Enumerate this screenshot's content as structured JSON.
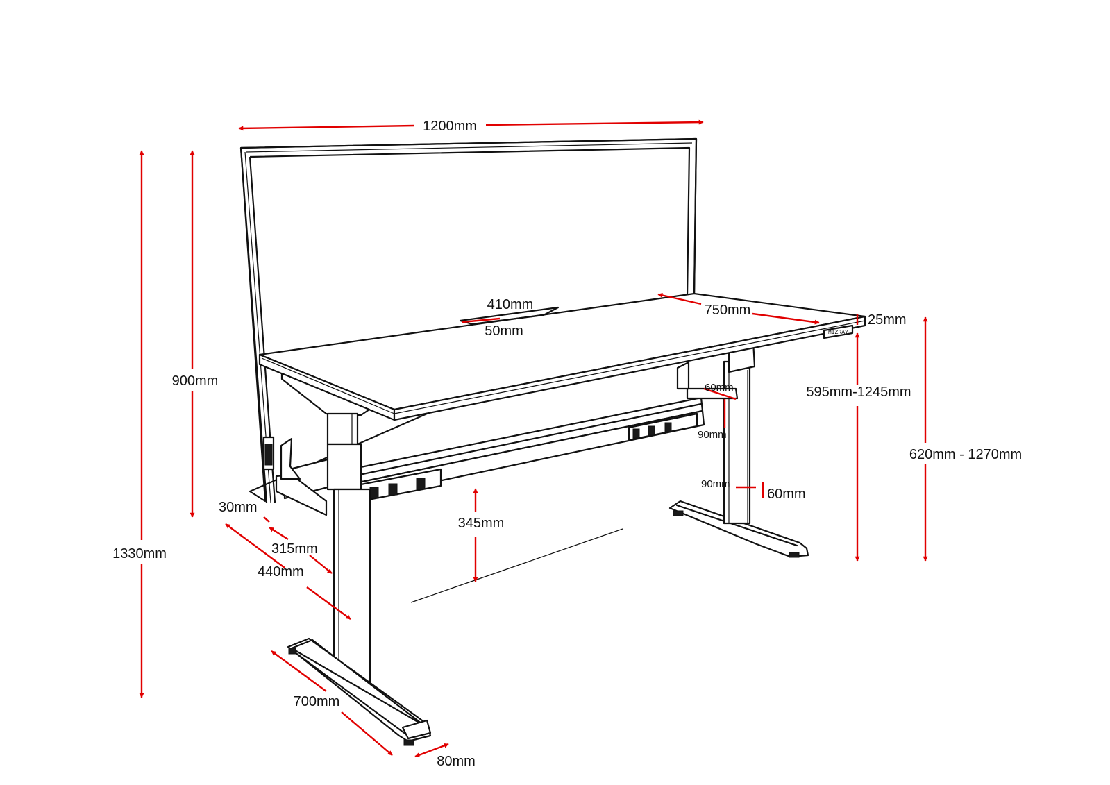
{
  "colors": {
    "dimension_arrow": "#e10000",
    "outline": "#111111",
    "background": "#ffffff"
  },
  "brand_plate": "MIZRAY",
  "dimensions": {
    "width": "1200mm",
    "screen_height": "900mm",
    "overall_height": "1330mm",
    "cable_tray_width": "410mm",
    "cable_tray_depth": "50mm",
    "desk_depth": "750mm",
    "top_thickness": "25mm",
    "desktop_height_range": "595mm-1245mm",
    "overall_height_range": "620mm - 1270mm",
    "crossbar_height": "60mm",
    "crossbar_depth": "90mm",
    "leg_depth": "90mm",
    "leg_width": "60mm",
    "screen_thickness": "30mm",
    "frame_offset": "315mm",
    "leg_offset": "440mm",
    "crossbar_clearance": "345mm",
    "foot_length": "700mm",
    "foot_width": "80mm"
  }
}
